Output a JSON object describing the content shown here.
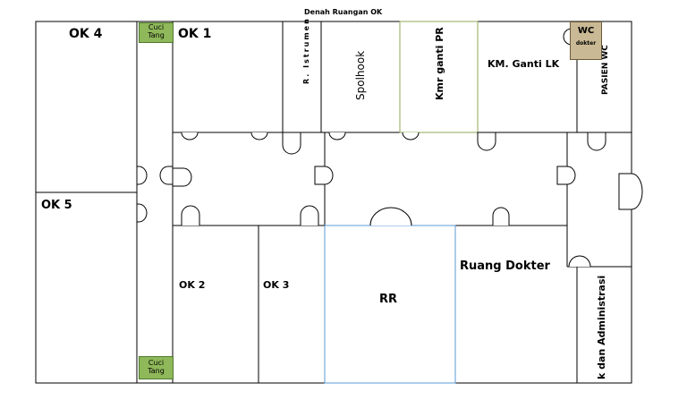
{
  "title": "Denah Ruangan OK",
  "rooms": {
    "ok4": "OK 4",
    "ok5": "OK 5",
    "ok1": "OK 1",
    "ok2": "OK 2",
    "ok3": "OK 3",
    "r_istrumen": "R. Istrumen",
    "spolhook": "Spolhook",
    "kmr_ganti_pr": "Kmr ganti PR",
    "km_ganti_lk": "KM. Ganti LK",
    "pasien_wc": "PASIEN WC",
    "rr": "RR",
    "ruang_dokter": "Ruang Dokter",
    "administrasi": "k dan Administrasi"
  },
  "badges": {
    "cuci_tang_top": [
      "Cuci",
      "Tang"
    ],
    "cuci_tang_bottom": [
      "Cuci",
      "Tang"
    ],
    "wc_main": "WC",
    "wc_sub": "dokter"
  },
  "colors": {
    "wall": "#000000",
    "rr_outline": "#5b9bd5",
    "pr_outline": "#8faa5a",
    "badge_green": "#8fb85a",
    "wc_tan": "#c9b994"
  }
}
